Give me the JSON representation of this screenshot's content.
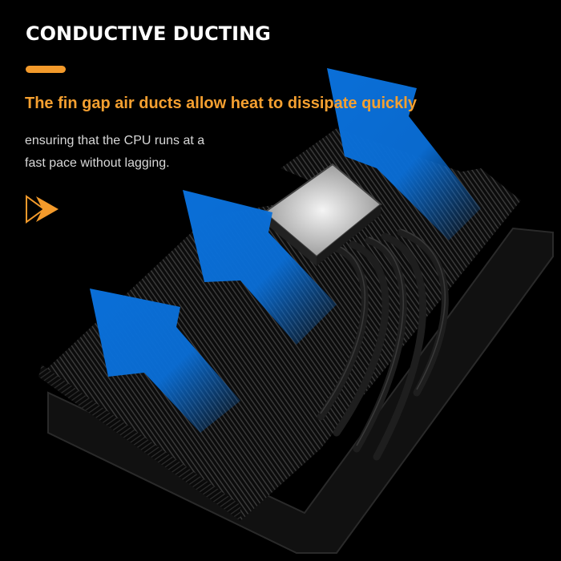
{
  "header": {
    "title": "CONDUCTIVE DUCTING",
    "accent_color": "#f39a2b"
  },
  "feature": {
    "headline": "The fin gap air ducts allow heat to dissipate quickly",
    "headline_color": "#f5a030",
    "description_line1": "ensuring that the CPU runs at a",
    "description_line2": "fast pace without lagging.",
    "icon": "double-play-arrow-icon"
  },
  "product": {
    "name": "CPU cooler heatsink with heat pipes and fan",
    "arrows": [
      "airflow-arrow-icon",
      "airflow-arrow-icon",
      "airflow-arrow-icon"
    ],
    "arrow_color": "#0a6fd8"
  }
}
